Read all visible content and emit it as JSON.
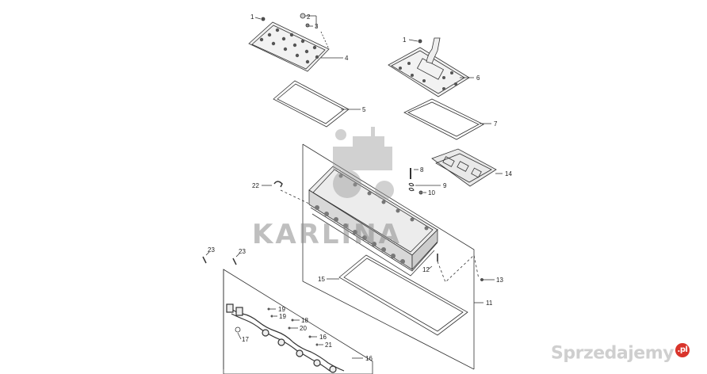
{
  "callouts": {
    "c1a": "1",
    "c2": "2",
    "c3": "3",
    "c4": "4",
    "c5": "5",
    "c1b": "1",
    "c6": "6",
    "c7": "7",
    "c14": "14",
    "c8": "8",
    "c9": "9",
    "c10": "10",
    "c22": "22",
    "c12": "12",
    "c13": "13",
    "c11": "11",
    "c15": "15",
    "c23a": "23",
    "c23b": "23",
    "c19a": "19",
    "c19b": "19",
    "c18a": "18",
    "c20": "20",
    "c17": "17",
    "c16a": "16",
    "c21": "21",
    "c16b": "16"
  },
  "watermark": {
    "text": "KARLINA"
  },
  "site_badge": {
    "text": "Sprzedajemy",
    "suffix": ".pl"
  },
  "colors": {
    "line": "#333333",
    "part_fill": "#dddddd",
    "watermark": "#8c8c8c",
    "badge": "#d9342b"
  }
}
